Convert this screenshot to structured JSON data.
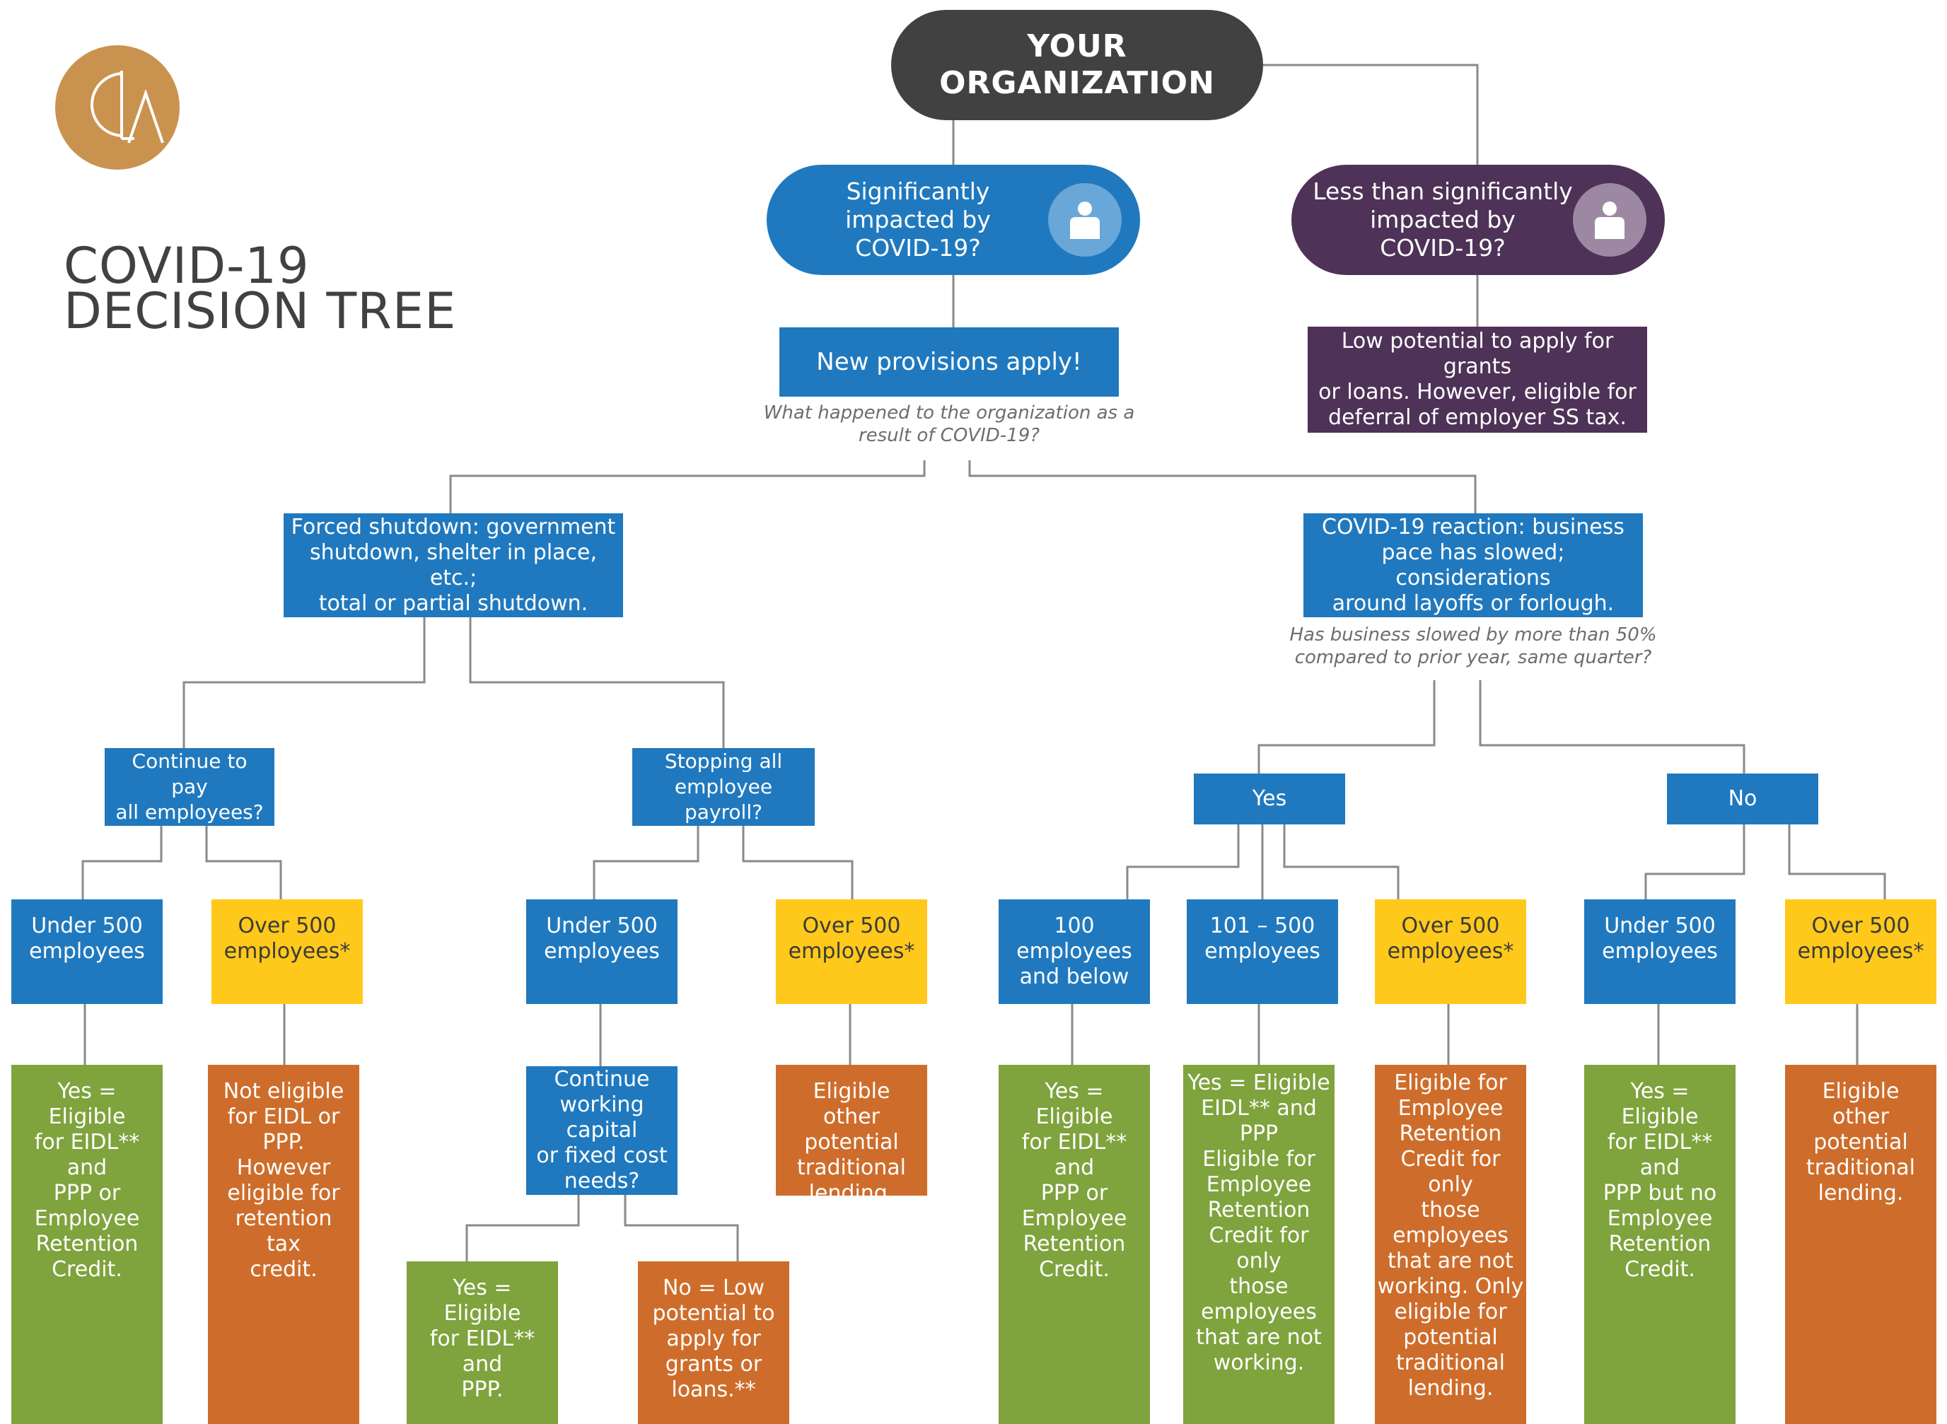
{
  "title": "COVID-19\nDECISION TREE",
  "root": "YOUR\nORGANIZATION",
  "colors": {
    "blue": "#2079BE",
    "purple": "#4E3257",
    "yellow": "#FFC91B",
    "green": "#7FA33D",
    "orange": "#CE6D2B",
    "dark": "#414142",
    "gold": "#C9934F",
    "connector": "#8a8a8a"
  },
  "significant": {
    "question": "Significantly\nimpacted by\nCOVID-19?",
    "icon": "person-icon",
    "result": "New provisions apply!",
    "followup": "What happened to the organization as a\nresult of COVID-19?"
  },
  "less_significant": {
    "question": "Less than significantly\nimpacted by\nCOVID-19?",
    "icon": "person-icon",
    "result": "Low potential to apply for grants\nor loans. However, eligible for\ndeferral of employer SS tax."
  },
  "forced_shutdown": {
    "label": "Forced shutdown: government\nshutdown, shelter in place, etc.;\ntotal or partial shutdown.",
    "continue_pay": {
      "label": "Continue to pay\nall employees?",
      "under500": {
        "label": "Under 500\nemployees",
        "result": "Yes = Eligible\nfor EIDL** and\nPPP or\nEmployee\nRetention\nCredit."
      },
      "over500": {
        "label": "Over 500\nemployees*",
        "result": "Not eligible\nfor EIDL or\nPPP.\nHowever\neligible for\nretention tax\ncredit."
      }
    },
    "stop_payroll": {
      "label": "Stopping all\nemployee payroll?",
      "under500": {
        "label": "Under 500\nemployees",
        "question": "Continue\nworking capital\nor fixed cost\nneeds?",
        "yes": "Yes = Eligible\nfor EIDL** and\nPPP.",
        "no": "No = Low\npotential to\napply for\ngrants or\nloans.**"
      },
      "over500": {
        "label": "Over 500\nemployees*",
        "result": "Eligible other\npotential\ntraditional\nlending."
      }
    }
  },
  "covid_reaction": {
    "label": "COVID-19 reaction: business\npace has slowed; considerations\naround layoffs or forlough.",
    "question": "Has business slowed by more than 50%\ncompared to prior year, same quarter?",
    "yes": {
      "label": "Yes",
      "sizes": [
        {
          "label": "100\nemployees\nand below",
          "result": "Yes = Eligible\nfor EIDL** and\nPPP or\nEmployee\nRetention\nCredit."
        },
        {
          "label": "101 – 500\nemployees",
          "result": "Yes = Eligible\nEIDL** and PPP\nEligible for\nEmployee\nRetention\nCredit for only\nthose\nemployees\nthat are not\nworking."
        },
        {
          "label": "Over 500\nemployees*",
          "result": "Eligible for\nEmployee\nRetention\nCredit for only\nthose\nemployees\nthat are not\nworking. Only\neligible for\npotential\ntraditional\nlending."
        }
      ]
    },
    "no": {
      "label": "No",
      "under500": {
        "label": "Under 500\nemployees",
        "result": "Yes = Eligible\nfor EIDL** and\nPPP but no\nEmployee\nRetention\nCredit."
      },
      "over500": {
        "label": "Over 500\nemployees*",
        "result": "Eligible other\npotential\ntraditional\nlending."
      }
    }
  }
}
